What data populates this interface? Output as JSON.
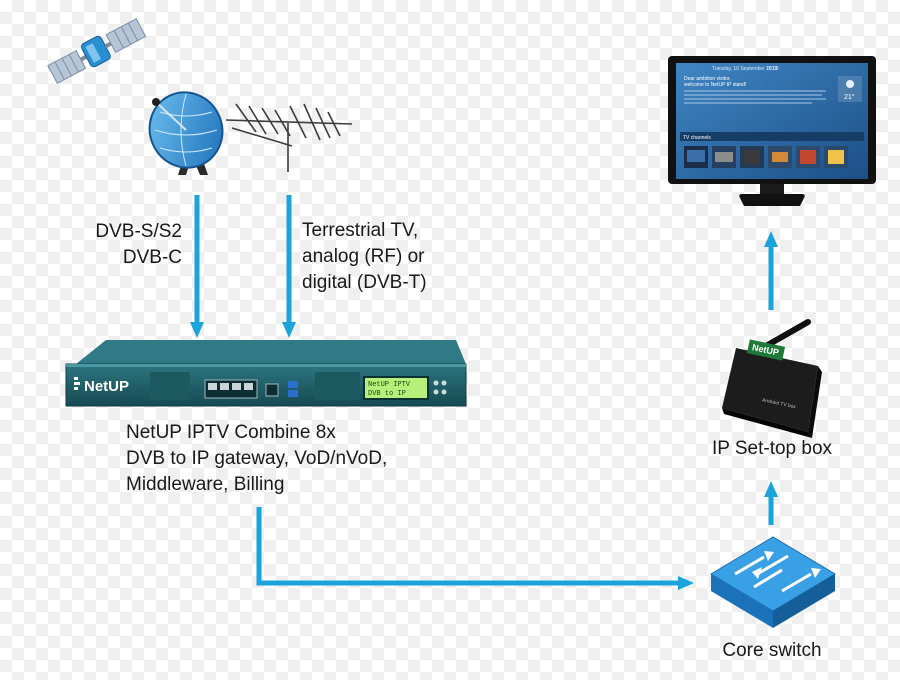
{
  "signals": {
    "satellite_lines": [
      "DVB-S/S2",
      "DVB-C"
    ],
    "terrestrial_lines": [
      "Terrestrial TV,",
      "analog (RF) or",
      "digital (DVB-T)"
    ]
  },
  "gateway": {
    "brand": "NetUP",
    "lcd_line1": "NetUP IPTV",
    "lcd_line2": "DVB to IP",
    "caption_lines": [
      "NetUP IPTV Combine 8x",
      "DVB to IP gateway, VoD/nVoD,",
      "Middleware, Billing"
    ]
  },
  "settop": {
    "badge": "NetUP",
    "device_text": "Android TV box",
    "label": "IP Set-top box"
  },
  "core_switch": {
    "label": "Core switch"
  },
  "tv": {
    "topbar_left": "Tuesday, 10 September 2013",
    "topbar_right": "19:00",
    "welcome_line1": "Dear ambition visitor,",
    "welcome_line2": "welcome to NetUP IP stand!",
    "weather_temp": "21°",
    "menu_tabs": [
      "TV channels",
      "",
      "",
      "",
      "",
      ""
    ]
  },
  "colors": {
    "arrow": "#1ba3dc",
    "device_teal": "#1f5f68",
    "satellite_blue": "#2a8fd0",
    "switch_blue": "#2b8fd6"
  }
}
